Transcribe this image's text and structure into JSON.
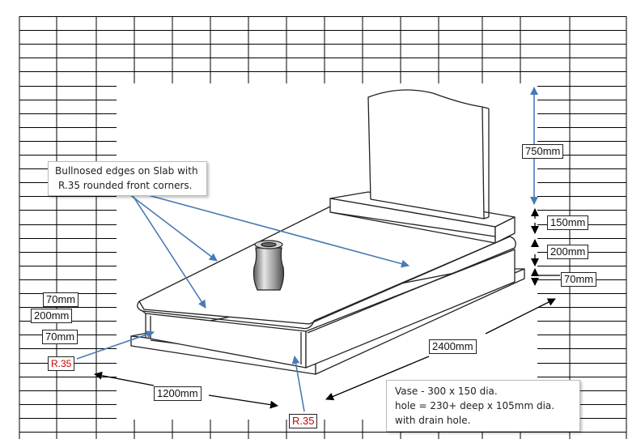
{
  "callout": {
    "line1": "Bullnosed edges on Slab with",
    "line2": "R.35 rounded front corners."
  },
  "dims": {
    "headstone_height": "750mm",
    "base_height": "150mm",
    "slab_height": "200mm",
    "plinth_height": "70mm",
    "left_top": "70mm",
    "left_mid": "200mm",
    "left_bottom": "70mm",
    "left_radius": "R.35",
    "width": "1200mm",
    "length": "2400mm",
    "front_radius": "R.35"
  },
  "vase_note": {
    "line1": "Vase - 300 x 150 dia.",
    "line2": "hole = 230+ deep x 105mm dia.",
    "line3": "with drain hole."
  },
  "colors": {
    "arrow_blue": "#4a7ab5",
    "outline": "#222222",
    "grid": "#000000",
    "radius_text": "#d00000"
  }
}
